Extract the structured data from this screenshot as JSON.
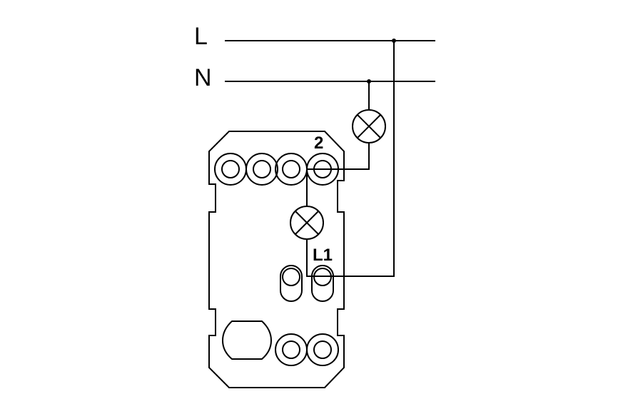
{
  "labels": {
    "line": "L",
    "neutral": "N",
    "terminal_2": "2",
    "terminal_l1": "L1"
  },
  "colors": {
    "stroke": "#000000",
    "background": "#ffffff"
  }
}
